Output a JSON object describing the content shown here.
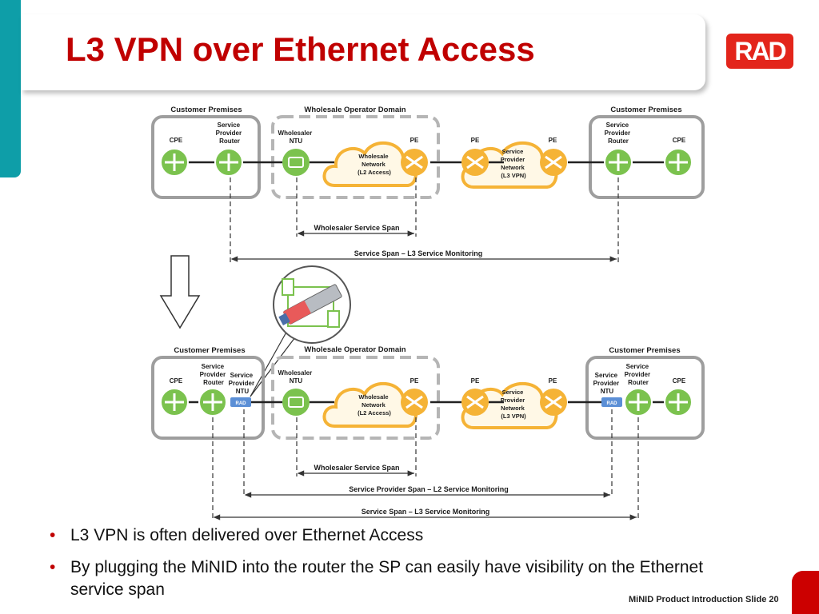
{
  "slide": {
    "title": "L3 VPN over Ethernet Access",
    "logo_text": "RAD",
    "footer": "MiNID Product Introduction  Slide 20",
    "colors": {
      "title": "#c00000",
      "accent_teal": "#0e9ea8",
      "logo": "#e3251b",
      "node_green": "#7bc24e",
      "cloud_orange": "#f5b336",
      "frame_gray": "#9e9e9e"
    },
    "bullets": [
      "L3 VPN is often delivered over Ethernet Access",
      "By plugging the MiNID into the router the SP can easily have visibility on the Ethernet service span"
    ]
  },
  "diagram": {
    "top": {
      "customer_premises_left": "Customer Premises",
      "wholesale_domain": "Wholesale Operator Domain",
      "customer_premises_right": "Customer Premises",
      "cpe_left": "CPE",
      "sp_router_left": [
        "Service",
        "Provider",
        "Router"
      ],
      "wholesaler_ntu": [
        "Wholesaler",
        "NTU"
      ],
      "wholesale_network": [
        "Wholesale",
        "Network",
        "(L2 Access)"
      ],
      "pe_1": "PE",
      "pe_2": "PE",
      "pe_3": "PE",
      "sp_network": [
        "Service",
        "Provider",
        "Network",
        "(L3 VPN)"
      ],
      "sp_router_right": [
        "Service",
        "Provider",
        "Router"
      ],
      "cpe_right": "CPE",
      "span_wholesaler": "Wholesaler Service Span",
      "span_service": "Service Span – L3  Service Monitoring"
    },
    "bottom": {
      "customer_premises_left": "Customer Premises",
      "wholesale_domain": "Wholesale Operator Domain",
      "customer_premises_right": "Customer Premises",
      "cpe_left": "CPE",
      "sp_router_left": [
        "Service",
        "Provider",
        "Router"
      ],
      "sp_ntu_left": [
        "Service",
        "Provider",
        "NTU"
      ],
      "wholesaler_ntu": [
        "Wholesaler",
        "NTU"
      ],
      "wholesale_network": [
        "Wholesale",
        "Network",
        "(L2 Access)"
      ],
      "pe_1": "PE",
      "pe_2": "PE",
      "pe_3": "PE",
      "sp_network": [
        "Service",
        "Provider",
        "Network",
        "(L3 VPN)"
      ],
      "sp_ntu_right": [
        "Service",
        "Provider",
        "NTU"
      ],
      "sp_router_right": [
        "Service",
        "Provider",
        "Router"
      ],
      "cpe_right": "CPE",
      "rad_tag": "RAD",
      "span_wholesaler": "Wholesaler Service Span",
      "span_sp": "Service Provider Span – L2  Service Monitoring",
      "span_service": "Service Span – L3  Service Monitoring"
    }
  }
}
